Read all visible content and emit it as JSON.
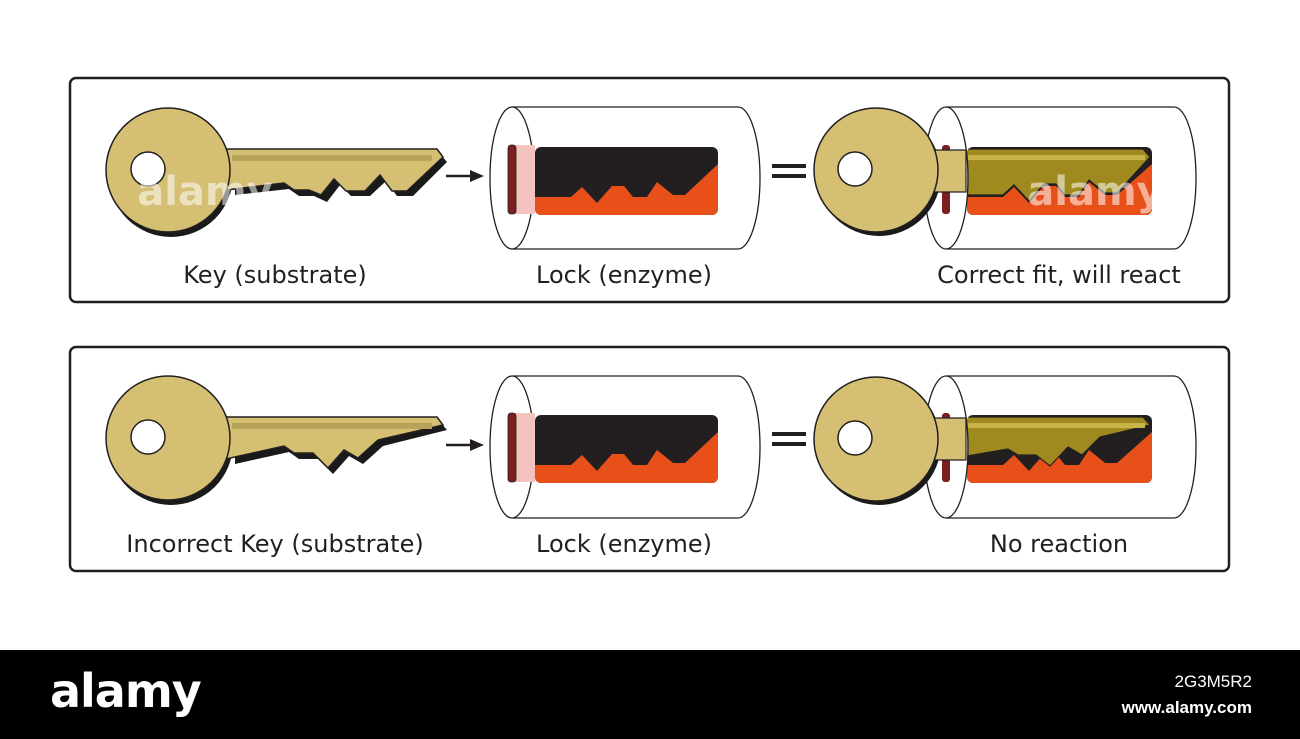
{
  "panels": [
    {
      "id": "correct",
      "key_label": "Key (substrate)",
      "lock_label": "Lock (enzyme)",
      "result_label": "Correct fit, will react"
    },
    {
      "id": "incorrect",
      "key_label": "Incorrect Key (substrate)",
      "lock_label": "Lock (enzyme)",
      "result_label": "No reaction"
    }
  ],
  "watermark": {
    "overlay": "alamy",
    "brand": "alamy",
    "image_id": "2G3M5R2",
    "site": "www.alamy.com"
  },
  "colors": {
    "key_fill": "#d4bf73",
    "key_dark": "#b8a35a",
    "key_shadow": "#1a1a1a",
    "lock_dark": "#231f20",
    "lock_orange": "#e8501a",
    "lock_pin": "#7a2020",
    "inserted_key": "#9e8a1e",
    "frame": "#231f20"
  }
}
